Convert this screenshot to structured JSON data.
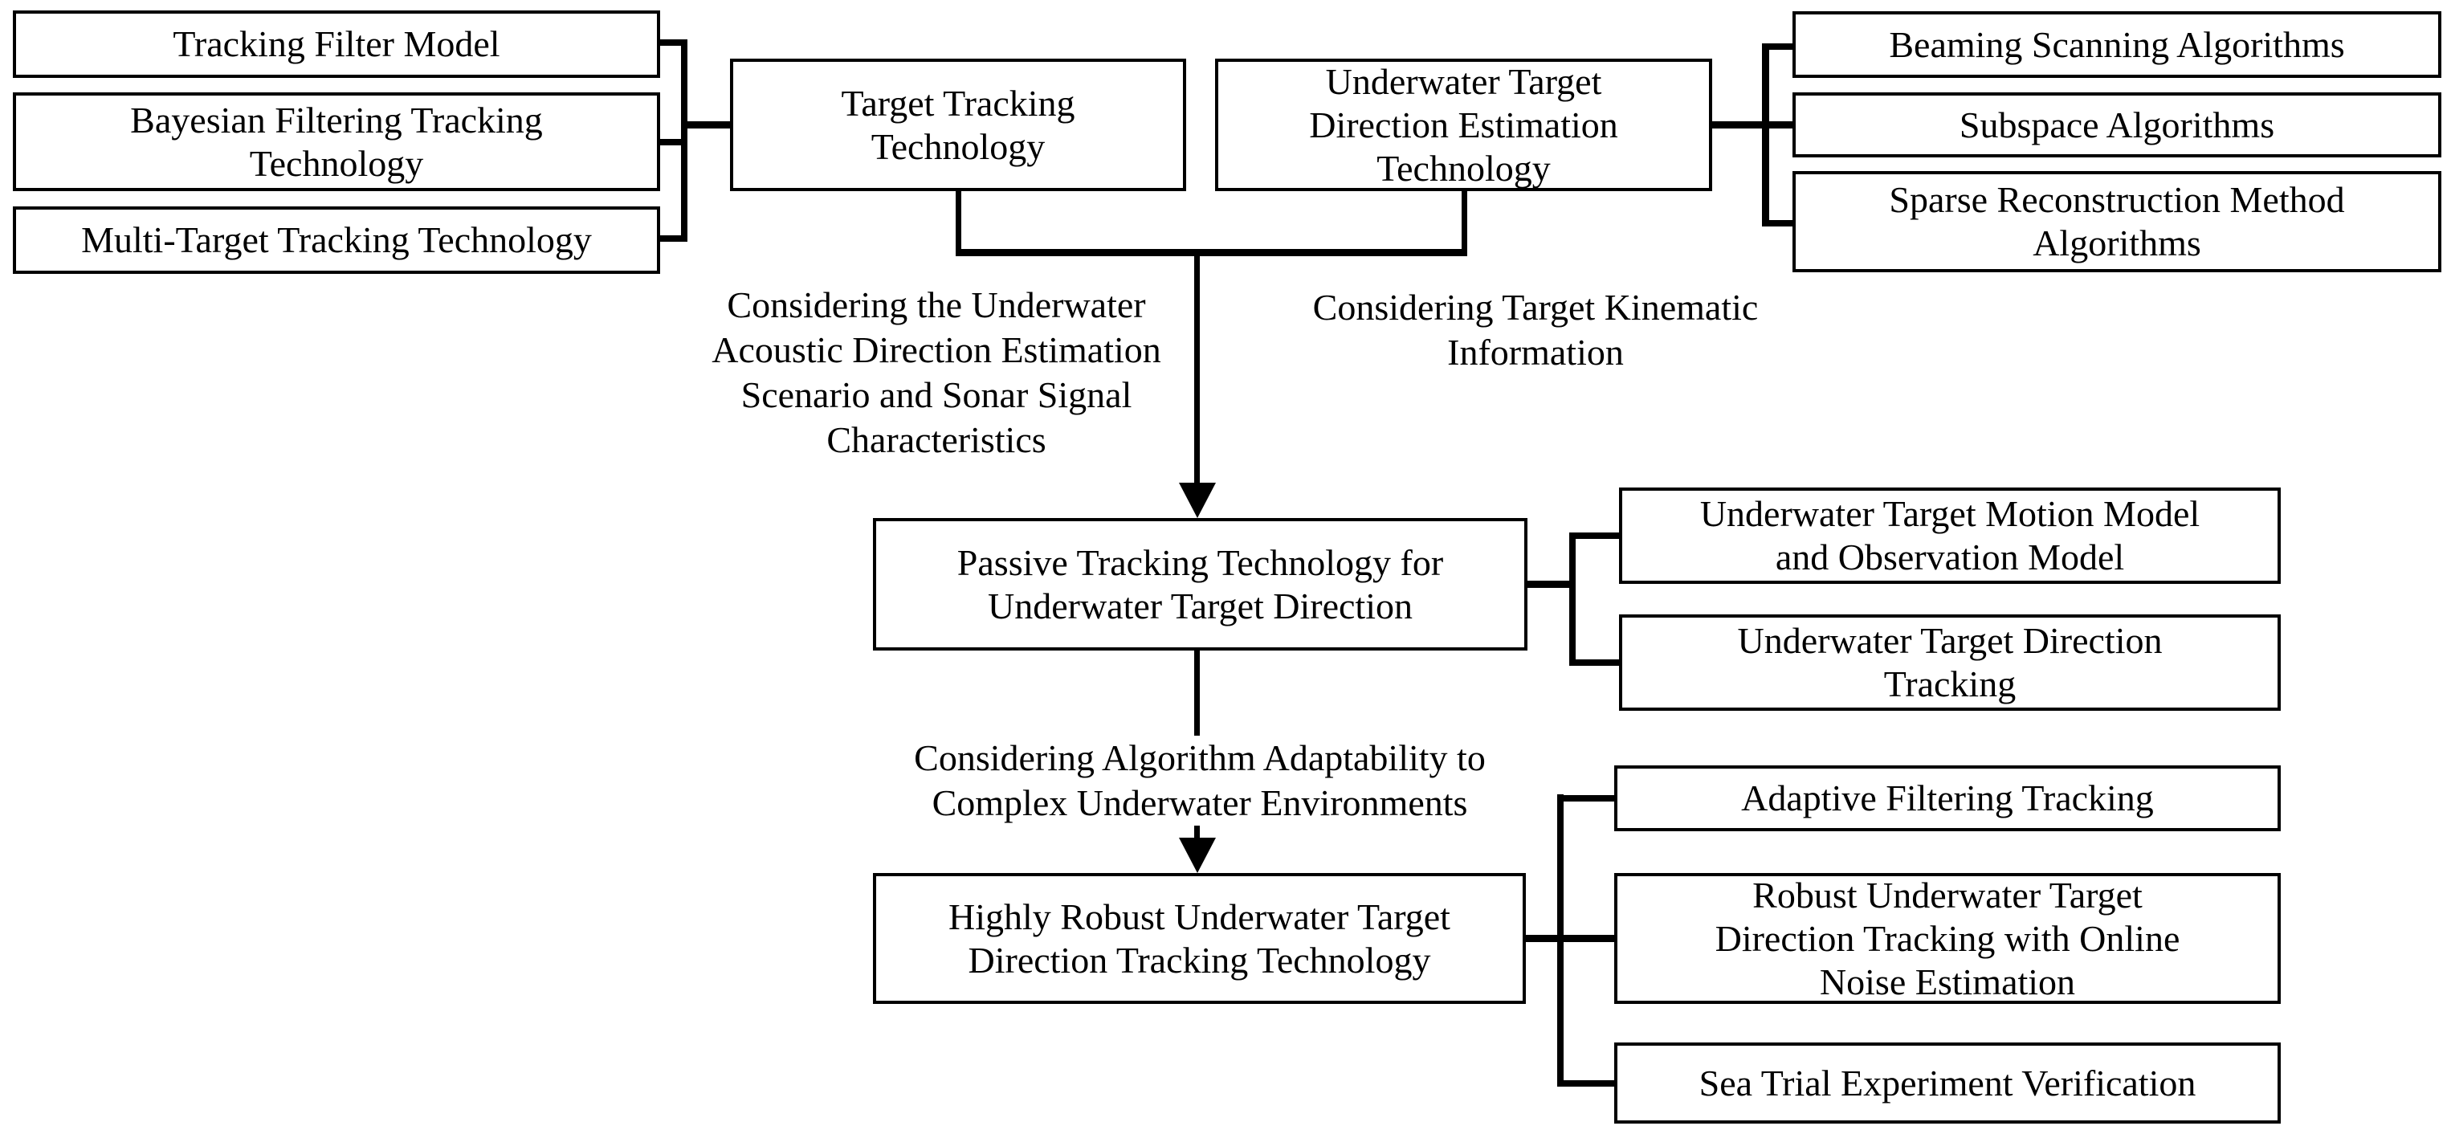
{
  "colors": {
    "line": "#000000",
    "box_border": "#000000",
    "text": "#000000",
    "background": "#ffffff"
  },
  "boxes": {
    "tracking_filter_model": {
      "label": "Tracking Filter Model"
    },
    "bayesian_filtering": {
      "label": "Bayesian Filtering Tracking\nTechnology"
    },
    "multi_target": {
      "label": "Multi-Target Tracking Technology"
    },
    "target_tracking": {
      "label": "Target Tracking\nTechnology"
    },
    "underwater_direction_estimation": {
      "label": "Underwater Target\nDirection Estimation\nTechnology"
    },
    "beaming_scanning": {
      "label": "Beaming Scanning Algorithms"
    },
    "subspace": {
      "label": "Subspace Algorithms"
    },
    "sparse_reconstruction": {
      "label": "Sparse Reconstruction Method\nAlgorithms"
    },
    "passive_tracking": {
      "label": "Passive Tracking Technology for\nUnderwater Target Direction"
    },
    "motion_observation_model": {
      "label": "Underwater Target Motion Model\nand Observation Model"
    },
    "direction_tracking": {
      "label": "Underwater Target Direction\nTracking"
    },
    "highly_robust": {
      "label": "Highly Robust Underwater Target\nDirection Tracking Technology"
    },
    "adaptive_filtering": {
      "label": "Adaptive Filtering Tracking"
    },
    "robust_online_noise": {
      "label": "Robust Underwater Target\nDirection Tracking with Online\nNoise Estimation"
    },
    "sea_trial": {
      "label": "Sea Trial Experiment Verification"
    }
  },
  "annotations": {
    "acoustic_scenario": {
      "label": "Considering the Underwater\nAcoustic Direction Estimation\nScenario and Sonar Signal\nCharacteristics"
    },
    "kinematic_information": {
      "label": "Considering Target Kinematic\nInformation"
    },
    "algorithm_adaptability": {
      "label": "Considering Algorithm Adaptability to\nComplex Underwater Environments"
    }
  }
}
